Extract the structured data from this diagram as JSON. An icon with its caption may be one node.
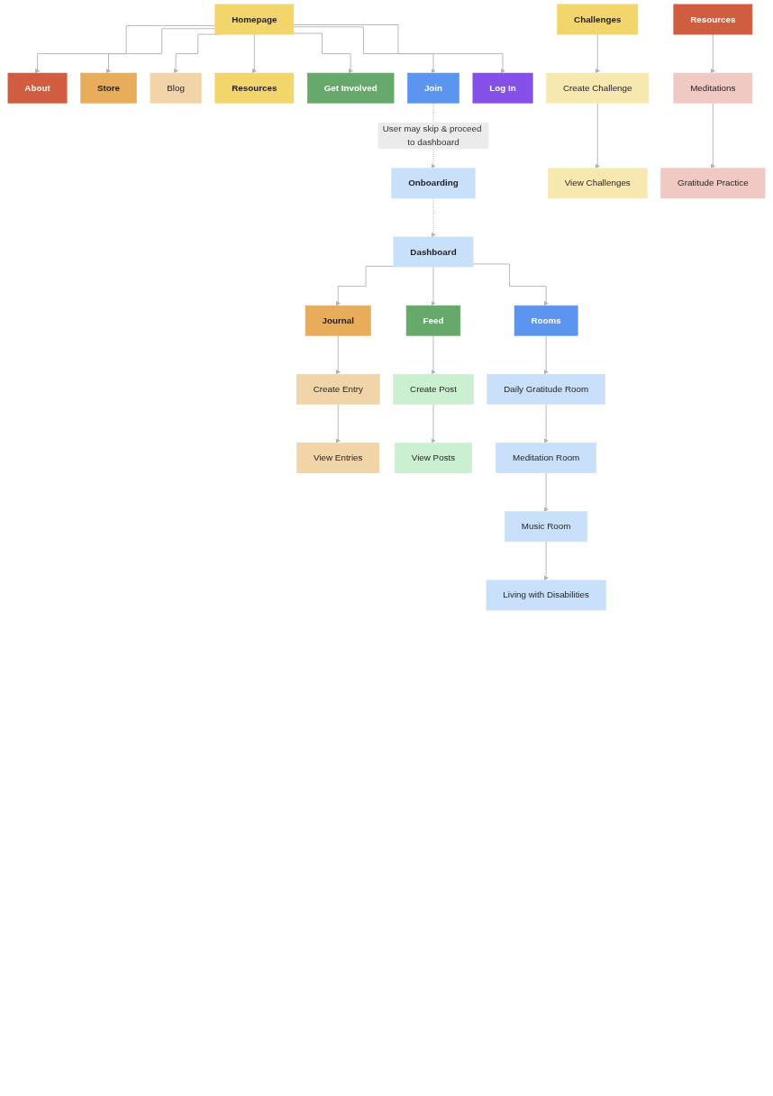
{
  "diagram": {
    "nodes": [
      {
        "text": [
          "Homepage"
        ]
      },
      {
        "text": [
          "About"
        ]
      },
      {
        "text": [
          "Store"
        ]
      },
      {
        "text": [
          "Blog"
        ]
      },
      {
        "text": [
          "Resources"
        ]
      },
      {
        "text": [
          "Get Involved"
        ]
      },
      {
        "text": [
          "Join"
        ]
      },
      {
        "text": [
          "Log In"
        ]
      },
      {
        "text": [
          "Onboarding"
        ]
      },
      {
        "text": [
          "Dashboard"
        ]
      },
      {
        "text": [
          "Journal"
        ]
      },
      {
        "text": [
          "Create Entry"
        ]
      },
      {
        "text": [
          "View Entries"
        ]
      },
      {
        "text": [
          "Feed"
        ]
      },
      {
        "text": [
          "Create Post"
        ]
      },
      {
        "text": [
          "View Posts"
        ]
      },
      {
        "text": [
          "Rooms"
        ]
      },
      {
        "text": [
          "Daily Gratitude Room"
        ]
      },
      {
        "text": [
          "Meditation Room"
        ]
      },
      {
        "text": [
          "Music Room"
        ]
      },
      {
        "text": [
          "Living with Disabilities"
        ]
      },
      {
        "text": [
          "Challenges"
        ]
      },
      {
        "text": [
          "Create Challenge"
        ]
      },
      {
        "text": [
          "View Challenges"
        ]
      },
      {
        "text": [
          "Resources"
        ]
      },
      {
        "text": [
          "Meditations"
        ]
      },
      {
        "text": [
          "Gratitude Practice"
        ]
      }
    ],
    "edges": [
      {
        "from": 0,
        "to": 1,
        "arrow": "to"
      },
      {
        "from": 0,
        "to": 2,
        "arrow": "to"
      },
      {
        "from": 0,
        "to": 3,
        "arrow": "to"
      },
      {
        "from": 0,
        "to": 4,
        "arrow": "to"
      },
      {
        "from": 0,
        "to": 5,
        "arrow": "to"
      },
      {
        "from": 0,
        "to": 6,
        "arrow": "to"
      },
      {
        "from": 0,
        "to": 7,
        "arrow": "to"
      },
      {
        "from": 6,
        "to": 8,
        "arrow": "to",
        "label": "User may skip & proceed to dashboard",
        "style": "dashed"
      },
      {
        "from": 8,
        "to": 9,
        "arrow": "to",
        "style": "dashed"
      },
      {
        "from": 9,
        "to": 10,
        "arrow": "to"
      },
      {
        "from": 9,
        "to": 13,
        "arrow": "to"
      },
      {
        "from": 9,
        "to": 16,
        "arrow": "to"
      },
      {
        "from": 10,
        "to": 11,
        "arrow": "to"
      },
      {
        "from": 11,
        "to": 12,
        "arrow": "to"
      },
      {
        "from": 13,
        "to": 14,
        "arrow": "to"
      },
      {
        "from": 14,
        "to": 15,
        "arrow": "to"
      },
      {
        "from": 16,
        "to": 17,
        "arrow": "to"
      },
      {
        "from": 17,
        "to": 18,
        "arrow": "to"
      },
      {
        "from": 18,
        "to": 19,
        "arrow": "to"
      },
      {
        "from": 19,
        "to": 20,
        "arrow": "to"
      },
      {
        "from": 21,
        "to": 22,
        "arrow": "to"
      },
      {
        "from": 22,
        "to": 23,
        "arrow": "to"
      },
      {
        "from": 24,
        "to": 25,
        "arrow": "to"
      },
      {
        "from": 25,
        "to": 26,
        "arrow": "to"
      }
    ]
  }
}
